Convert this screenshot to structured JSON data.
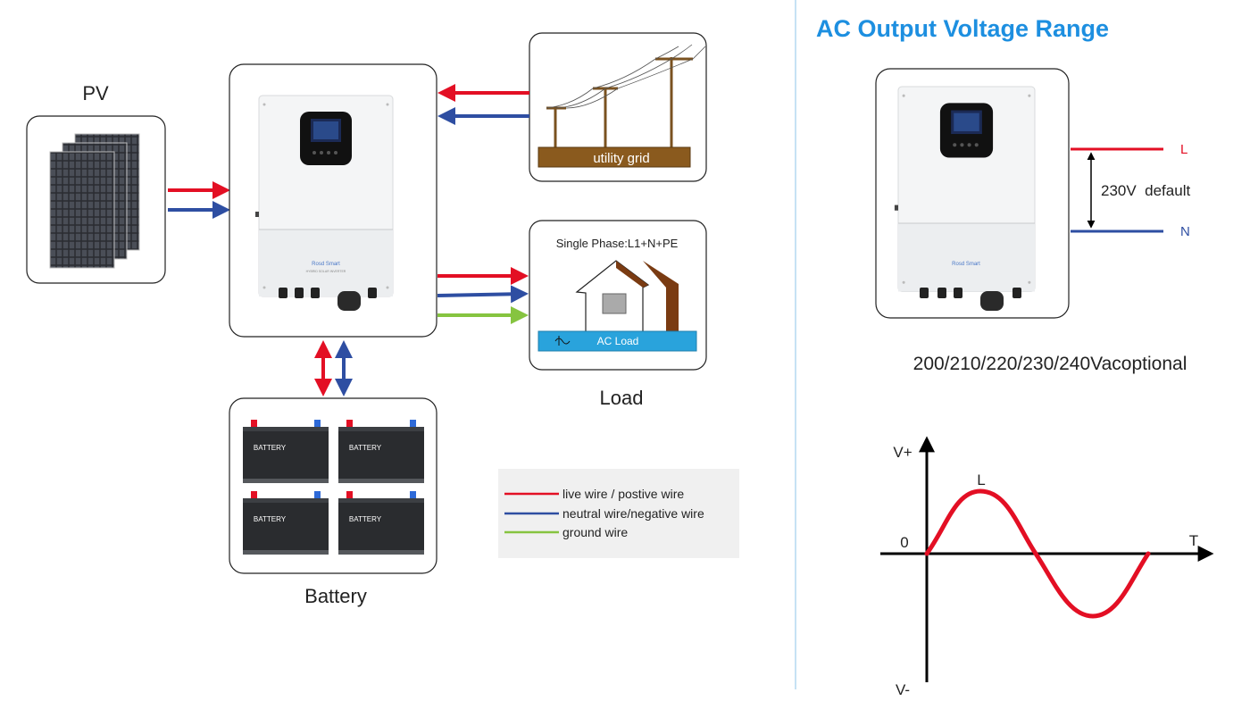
{
  "labels": {
    "pv": "PV",
    "battery": "Battery",
    "load": "Load",
    "utility_grid": "utility grid",
    "single_phase": "Single Phase:L1+N+PE",
    "ac_load": "AC Load",
    "battery_unit": "BATTERY",
    "inverter_brand": "Rosd Smart",
    "inverter_sub": "HYBRID SOLAR INVERTER"
  },
  "legend": {
    "items": [
      {
        "label": "live wire / postive wire",
        "color": "#e30f24"
      },
      {
        "label": "neutral wire/negative wire",
        "color": "#2e4ea2"
      },
      {
        "label": "ground wire",
        "color": "#86c440"
      }
    ]
  },
  "right_panel": {
    "title": "AC Output Voltage Range",
    "live": "L",
    "neutral": "N",
    "default_voltage": "230V  default",
    "options": "200/210/220/230/240Vacoptional"
  },
  "waveform": {
    "v_plus": "V+",
    "v_minus": "V-",
    "zero": "0",
    "t_axis": "T",
    "peak_label": "L"
  },
  "colors": {
    "live": "#e30f24",
    "neutral": "#2e4ea2",
    "ground": "#86c440",
    "title": "#1d8fe0",
    "grid_brown": "#8a5a1e",
    "house_roof": "#7a3b12",
    "ac_load_bar": "#29a3dc",
    "divider": "#8cc4ea"
  }
}
